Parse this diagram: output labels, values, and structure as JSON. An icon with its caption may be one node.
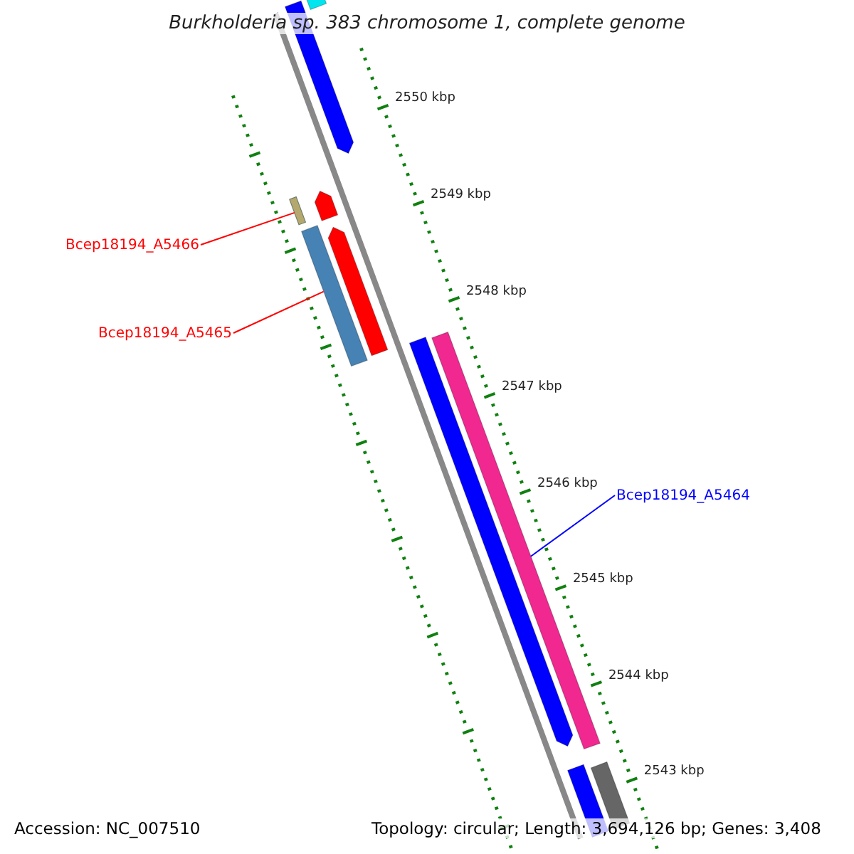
{
  "diagram": {
    "title": "Burkholderia sp. 383 chromosome 1, complete genome",
    "nodes": [
      {
        "text": [
          "Bcep18194_A5466"
        ]
      },
      {
        "text": [],
        "shape": "bar"
      },
      {
        "text": [
          "Bcep18194_A5465"
        ]
      },
      {
        "text": [],
        "shape": "bar"
      },
      {
        "text": [
          "Bcep18194_A5464"
        ]
      },
      {
        "text": [],
        "shape": "bar"
      }
    ],
    "edges": [
      {
        "from": 0,
        "to": 1,
        "arrow": "none",
        "color": "#ff0000"
      },
      {
        "from": 2,
        "to": 3,
        "arrow": "none",
        "color": "#ff0000"
      },
      {
        "from": 4,
        "to": 5,
        "arrow": "none",
        "color": "#0000ff"
      }
    ],
    "labels": [
      "2550 kbp",
      "2549 kbp",
      "2548 kbp",
      "2547 kbp",
      "2546 kbp",
      "2545 kbp",
      "2544 kbp",
      "2543 kbp",
      "Accession: NC_007510",
      "Topology: circular; Length: 3,694,126 bp; Genes: 3,408"
    ]
  }
}
